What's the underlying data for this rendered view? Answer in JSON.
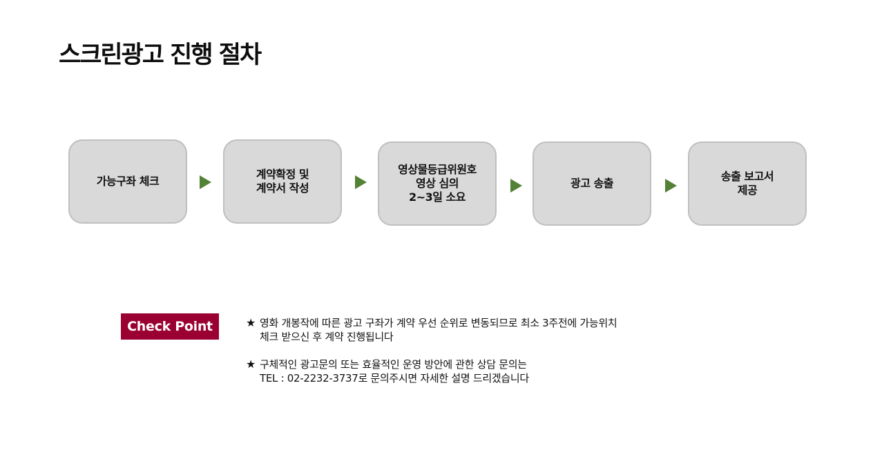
{
  "page": {
    "title": "스크린광고 진행 절차"
  },
  "steps": [
    {
      "label": "가능구좌 체크"
    },
    {
      "label": "계약확정 및\n계약서 작성"
    },
    {
      "label": "영상물등급위원호\n영상 심의\n2~3일 소요"
    },
    {
      "label": "광고 송출"
    },
    {
      "label": "송출 보고서\n제공"
    }
  ],
  "check_point": {
    "label": "Check Point"
  },
  "notes": [
    {
      "bullet": "★",
      "lines": [
        "영화 개봉작에 따른 광고 구좌가 계약 우선 순위로 변동되므로 최소 3주전에 가능위치",
        "체크 받으신 후 계약 진행됩니다"
      ]
    },
    {
      "bullet": "★",
      "lines": [
        "구체적인 광고문의 또는 효율적인 운영 방안에 관한 상담 문의는",
        "TEL : 02-2232-3737로 문의주시면 자세한 설명 드리겠습니다"
      ]
    }
  ],
  "colors": {
    "step_fill": "#d9d9d9",
    "step_border": "#bfbfbf",
    "arrow": "#538135",
    "check_point_bg": "#9b0033"
  }
}
